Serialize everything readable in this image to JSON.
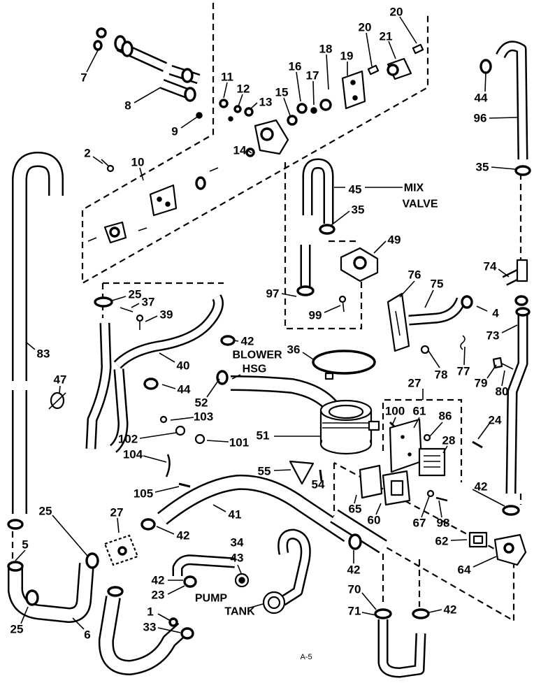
{
  "callouts": [
    "20",
    "20",
    "21",
    "18",
    "19",
    "7",
    "16",
    "17",
    "11",
    "12",
    "13",
    "15",
    "8",
    "9",
    "44",
    "96",
    "14",
    "2",
    "10",
    "35",
    "45",
    "35",
    "49",
    "74",
    "76",
    "75",
    "25",
    "37",
    "39",
    "97",
    "4",
    "99",
    "73",
    "42",
    "36",
    "83",
    "40",
    "78",
    "77",
    "79",
    "80",
    "27",
    "47",
    "44",
    "52",
    "103",
    "100",
    "61",
    "86",
    "24",
    "28",
    "51",
    "102",
    "101",
    "104",
    "55",
    "54",
    "42",
    "105",
    "65",
    "60",
    "67",
    "98",
    "41",
    "27",
    "25",
    "42",
    "34",
    "43",
    "5",
    "62",
    "64",
    "42",
    "42",
    "23",
    "70",
    "1",
    "71",
    "42",
    "33",
    "25",
    "6"
  ],
  "notes": {
    "mix": "MIX",
    "valve": "VALVE",
    "blower": "BLOWER",
    "hsg": "HSG",
    "pump": "PUMP",
    "tank": "TANK"
  },
  "page_ref": "A-5"
}
